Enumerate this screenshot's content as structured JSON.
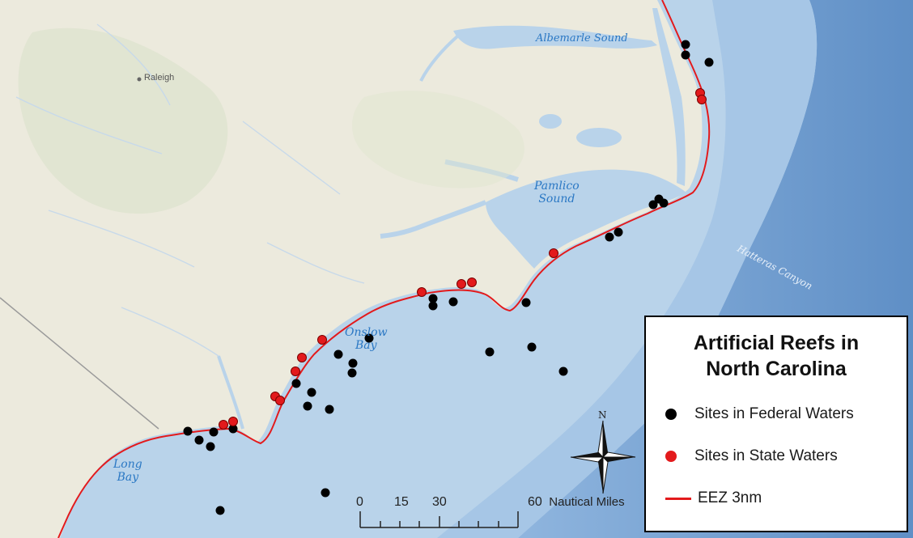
{
  "legend": {
    "title_line1": "Artificial Reefs in",
    "title_line2": "North Carolina",
    "items": [
      {
        "label": "Sites in Federal Waters",
        "color": "#000000"
      },
      {
        "label": "Sites in State Waters",
        "color": "#e31a1c"
      },
      {
        "label": "EEZ 3nm",
        "color": "#e31a1c"
      }
    ]
  },
  "place_labels": {
    "albemarle": "Albemarle Sound",
    "pamlico_1": "Pamlico",
    "pamlico_2": "Sound",
    "onslow_1": "Onslow",
    "onslow_2": "Bay",
    "long_1": "Long",
    "long_2": "Bay",
    "hatteras": "Hatteras Canyon",
    "raleigh": "Raleigh"
  },
  "scale_bar": {
    "ticks": [
      "0",
      "15",
      "30",
      "60"
    ],
    "unit": "Nautical Miles"
  },
  "north_arrow": {
    "label": "N"
  },
  "colors": {
    "land": "#eceadd",
    "ocean": "#b9d3ea",
    "deep_ocean": "#6e9bcc",
    "eez_line": "#e31a1c",
    "federal": "#000000",
    "state": "#e31a1c"
  }
}
